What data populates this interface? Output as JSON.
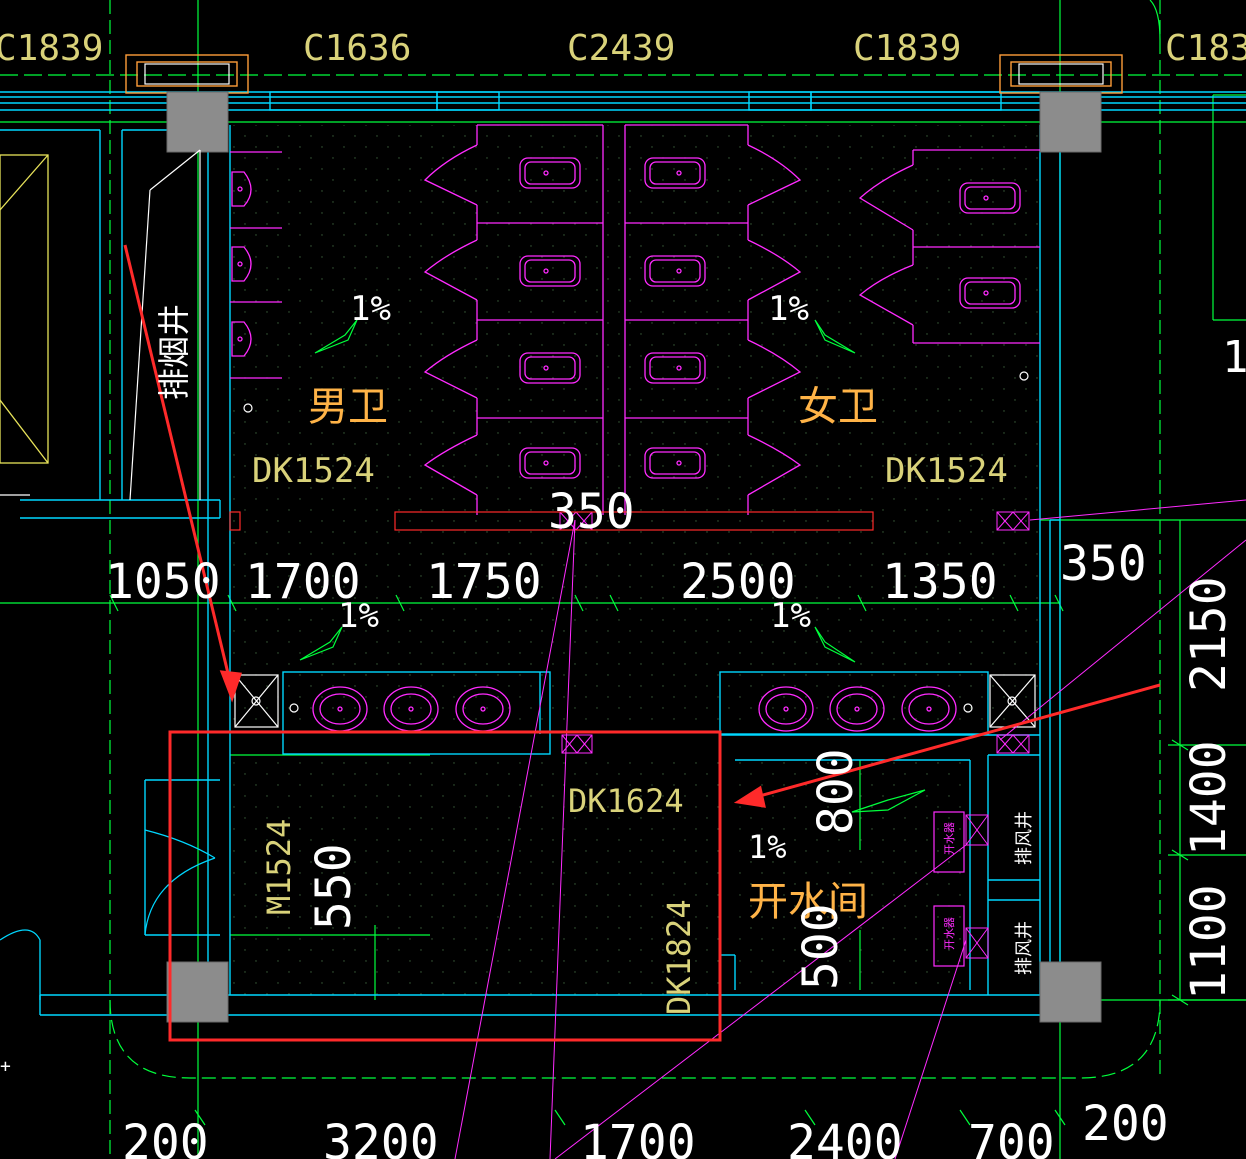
{
  "colors": {
    "background": "#000000",
    "wall": "#00d7ff",
    "axis": "#00ff3c",
    "fixture": "#ff2bff",
    "text_yellow": "#d9d27a",
    "text_orange": "#ffb347",
    "dimension": "#ffffff",
    "annotation_red": "#ff2a2a",
    "column": "#8c8c8c"
  },
  "windows": {
    "w1": "C1839",
    "w2": "C1636",
    "w3": "C2439",
    "w4": "C1839",
    "w5": "C183"
  },
  "rooms": {
    "mens": "男卫",
    "womens": "女卫",
    "water_room": "开水间",
    "smoke_shaft": "排烟井",
    "exhaust_shaft_1": "排风井",
    "exhaust_shaft_2": "排风井",
    "water_heater_1": "开水器",
    "water_heater_2": "开水器"
  },
  "labels": {
    "dk_mens": "DK1524",
    "dk_womens": "DK1524",
    "dk_1624": "DK1624",
    "dk_1824": "DK1824",
    "door_m1524": "M1524",
    "slope_mens": "1%",
    "slope_womens": "1%",
    "slope_corr_left": "1%",
    "slope_corr_right": "1%",
    "slope_water": "1%"
  },
  "dimensions": {
    "mid_350": "350",
    "row_1050": "1050",
    "row_1700": "1700",
    "row_1750": "1750",
    "row_2500": "2500",
    "row_1350": "1350",
    "right_350": "350",
    "right_2150": "2150",
    "right_1400": "1400",
    "right_1100": "1100",
    "d_800": "800",
    "d_500": "500",
    "d_550": "550",
    "bot_200_left": "200",
    "bot_3200": "3200",
    "bot_1700": "1700",
    "bot_2400": "2400",
    "bot_700": "700",
    "bot_200_right": "200",
    "edge_1": "1",
    "edge_plus": "+"
  }
}
